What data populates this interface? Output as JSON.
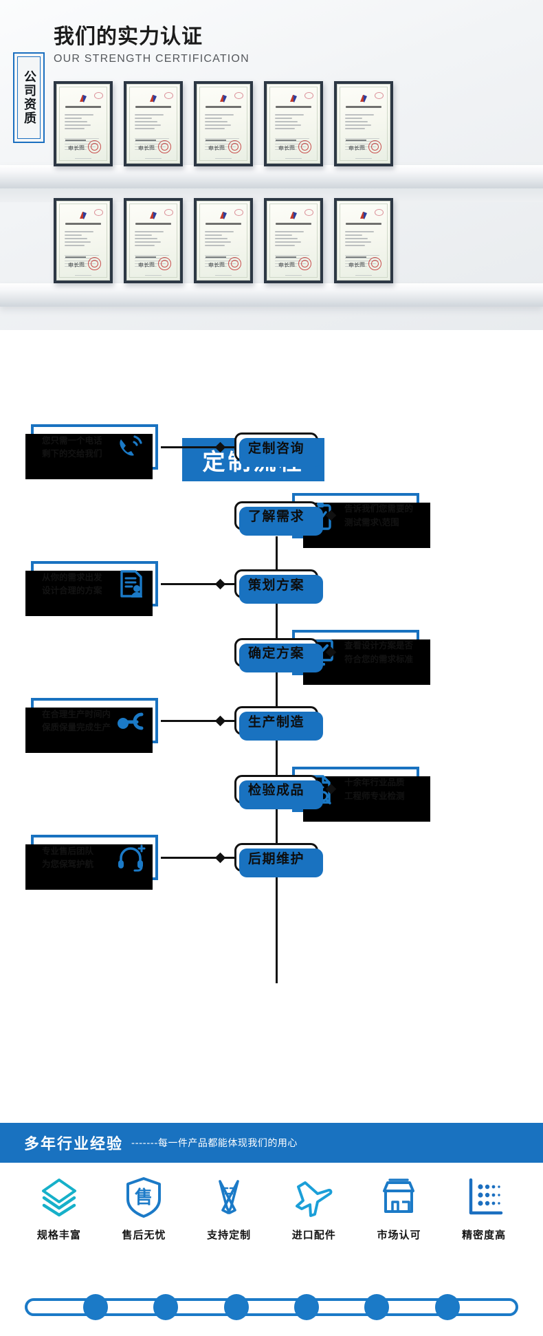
{
  "certification": {
    "title_zh": "我们的实力认证",
    "title_en": "OUR STRENGTH CERTIFICATION",
    "badge": "公司资质",
    "certificate_title": "实用新型专利证书",
    "certificate_count": 10,
    "row1_count": 5,
    "row2_count": 5
  },
  "flow": {
    "title": "定制流程",
    "steps": [
      {
        "step": "定制咨询",
        "side": "left",
        "card": "您只需一个电话\n剩下的交给我们",
        "icon": "phone-icon"
      },
      {
        "step": "了解需求",
        "side": "right",
        "card": "告诉我们您需要的\n测试需求\\范围",
        "icon": "clipboard-check-icon"
      },
      {
        "step": "策划方案",
        "side": "left",
        "card": "从你的需求出发\n设计合理的方案",
        "icon": "document-person-icon"
      },
      {
        "step": "确定方案",
        "side": "right",
        "card": "查看设计方案是否\n符合您的需求标准",
        "icon": "checkbox-monitor-icon"
      },
      {
        "step": "生产制造",
        "side": "left",
        "card": "在合理生产时间内\n保质保量完成生产",
        "icon": "robot-arm-icon"
      },
      {
        "step": "检验成品",
        "side": "right",
        "card": "十余年行业品质\n工程师专业检测",
        "icon": "document-search-icon"
      },
      {
        "step": "后期维护",
        "side": "left",
        "card": "专业售后团队\n为您保驾护航",
        "icon": "headset-support-icon"
      }
    ]
  },
  "features": {
    "banner_main": "多年行业经验",
    "banner_sub": "-------每一件产品都能体现我们的用心",
    "items": [
      {
        "label": "规格丰富",
        "icon": "layers-icon",
        "color": "#16b0c9"
      },
      {
        "label": "售后无忧",
        "icon": "shield-sale-icon",
        "color": "#1b7ac7"
      },
      {
        "label": "支持定制",
        "icon": "pencil-ruler-icon",
        "color": "#1b7ac7"
      },
      {
        "label": "进口配件",
        "icon": "airplane-icon",
        "color": "#1b9fd8"
      },
      {
        "label": "市场认可",
        "icon": "store-icon",
        "color": "#1b7ac7"
      },
      {
        "label": "精密度高",
        "icon": "dot-matrix-icon",
        "color": "#1b6fc0"
      }
    ],
    "rail_nodes": 6
  },
  "colors": {
    "brand_blue": "#1972c0",
    "accent_teal": "#16b0c9",
    "ink": "#111111"
  }
}
